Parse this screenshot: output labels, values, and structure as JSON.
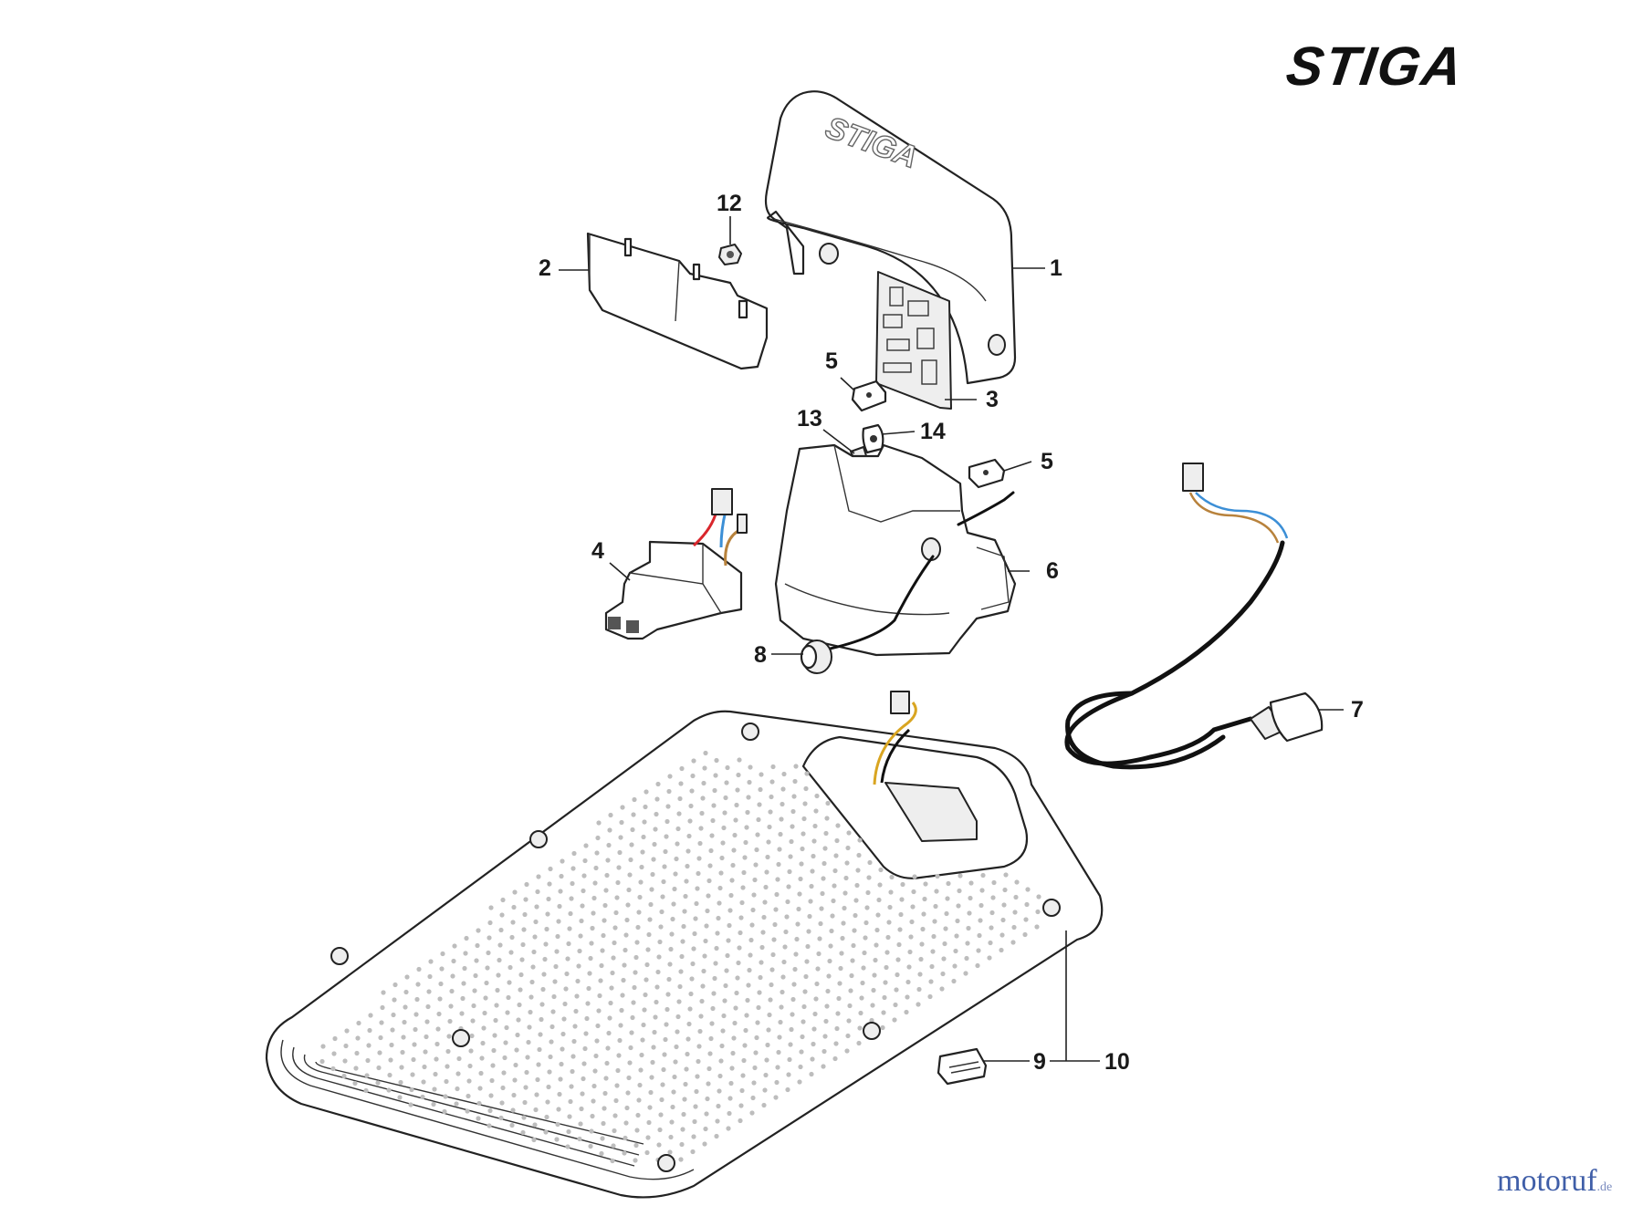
{
  "brand": {
    "logo_text": "STIGA",
    "cover_logo_text": "STIGA"
  },
  "watermark": {
    "text": "motoruf",
    "suffix": ".de"
  },
  "callouts": [
    {
      "id": "callout-1",
      "number": "1"
    },
    {
      "id": "callout-2",
      "number": "2"
    },
    {
      "id": "callout-3",
      "number": "3"
    },
    {
      "id": "callout-4",
      "number": "4"
    },
    {
      "id": "callout-5a",
      "number": "5"
    },
    {
      "id": "callout-5b",
      "number": "5"
    },
    {
      "id": "callout-6",
      "number": "6"
    },
    {
      "id": "callout-7",
      "number": "7"
    },
    {
      "id": "callout-8",
      "number": "8"
    },
    {
      "id": "callout-9",
      "number": "9"
    },
    {
      "id": "callout-10",
      "number": "10"
    },
    {
      "id": "callout-12",
      "number": "12"
    },
    {
      "id": "callout-13",
      "number": "13"
    },
    {
      "id": "callout-14",
      "number": "14"
    }
  ],
  "colors": {
    "wire_red": "#d9262c",
    "wire_blue": "#3c8fd6",
    "wire_brown": "#b8823c",
    "wire_yellow": "#d9a521",
    "outline": "#222222",
    "dots": "#bdbdbd"
  }
}
